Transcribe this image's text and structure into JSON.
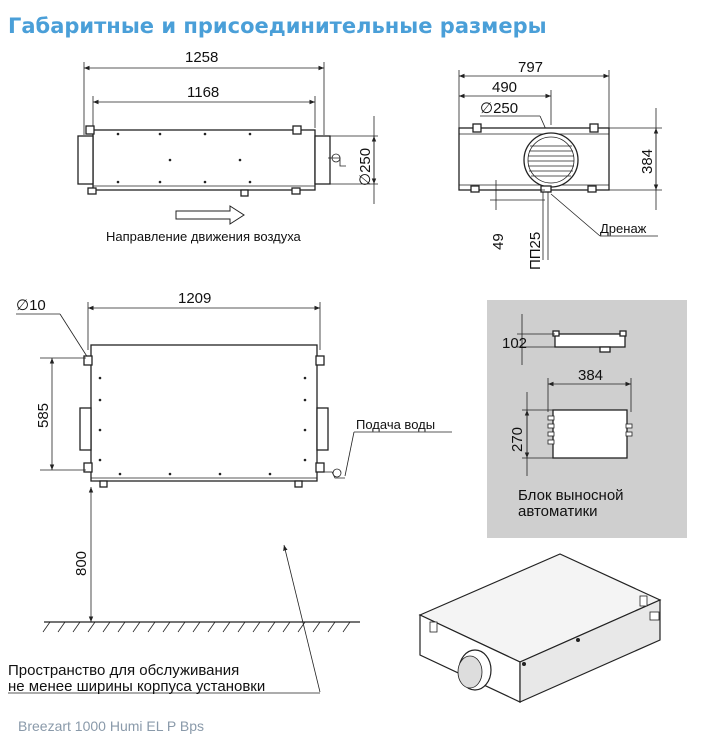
{
  "title": "Габаритные и присоединительные размеры",
  "footer": "Breezart 1000 Humi EL P Bps",
  "top_view": {
    "dim_total_length": "1258",
    "dim_body_length": "1168",
    "dim_duct_diameter": "∅250",
    "airflow_label": "Направление движения воздуха"
  },
  "side_view": {
    "dim_width": "797",
    "dim_offset": "490",
    "dim_duct_diameter": "∅250",
    "dim_height": "384",
    "dim_drain_height": "49",
    "drain_fitting": "ПП25",
    "drain_label": "Дренаж"
  },
  "front_view": {
    "dim_hole_diameter": "∅10",
    "dim_mount_length": "1209",
    "dim_mount_height": "585",
    "dim_floor_clearance": "800",
    "water_supply_label": "Подача воды",
    "service_space_line1": "Пространство для обслуживания",
    "service_space_line2": "не менее ширины корпуса установки"
  },
  "control_box": {
    "dim_depth": "102",
    "dim_width": "384",
    "dim_height": "270",
    "label_line1": "Блок выносной",
    "label_line2": "автоматики",
    "background_color": "#cfcfcf"
  }
}
